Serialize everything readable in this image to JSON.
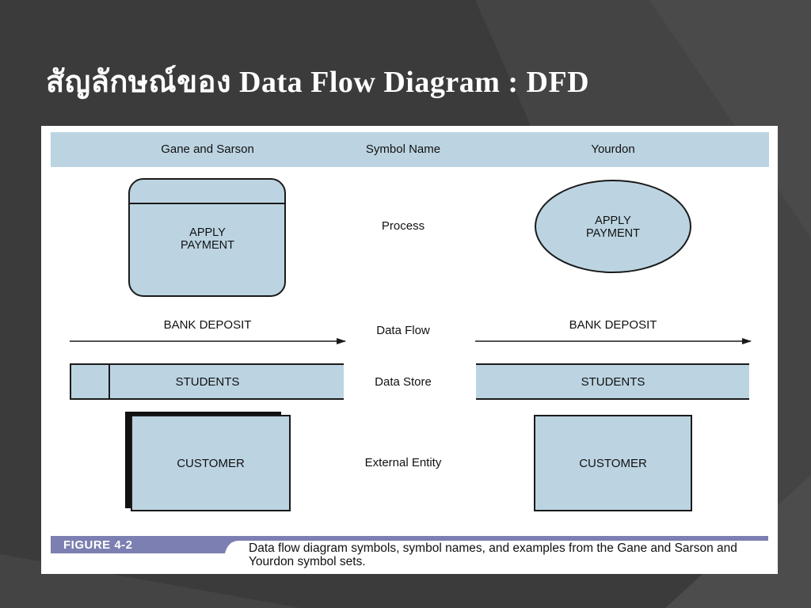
{
  "slide": {
    "title": "สัญลักษณ์ของ Data Flow Diagram : DFD"
  },
  "figure": {
    "headers": {
      "left": "Gane and Sarson",
      "middle": "Symbol Name",
      "right": "Yourdon"
    },
    "rows": {
      "process": {
        "name": "Process",
        "left_label": [
          "APPLY",
          "PAYMENT"
        ],
        "right_label": [
          "APPLY",
          "PAYMENT"
        ]
      },
      "data_flow": {
        "name": "Data Flow",
        "left_label": "BANK DEPOSIT",
        "right_label": "BANK DEPOSIT"
      },
      "data_store": {
        "name": "Data Store",
        "left_label": "STUDENTS",
        "right_label": "STUDENTS"
      },
      "external_entity": {
        "name": "External Entity",
        "left_label": "CUSTOMER",
        "right_label": "CUSTOMER"
      }
    },
    "caption": {
      "label": "FIGURE 4-2",
      "text": "Data flow diagram symbols, symbol names, and examples from the Gane and Sarson and Yourdon symbol sets."
    }
  },
  "colors": {
    "background": "#3a3a3a",
    "symbol_fill": "#bcd4e2",
    "header_band": "#bcd4e2",
    "caption_band": "#7b7fb1",
    "line": "#1a1a1a"
  }
}
